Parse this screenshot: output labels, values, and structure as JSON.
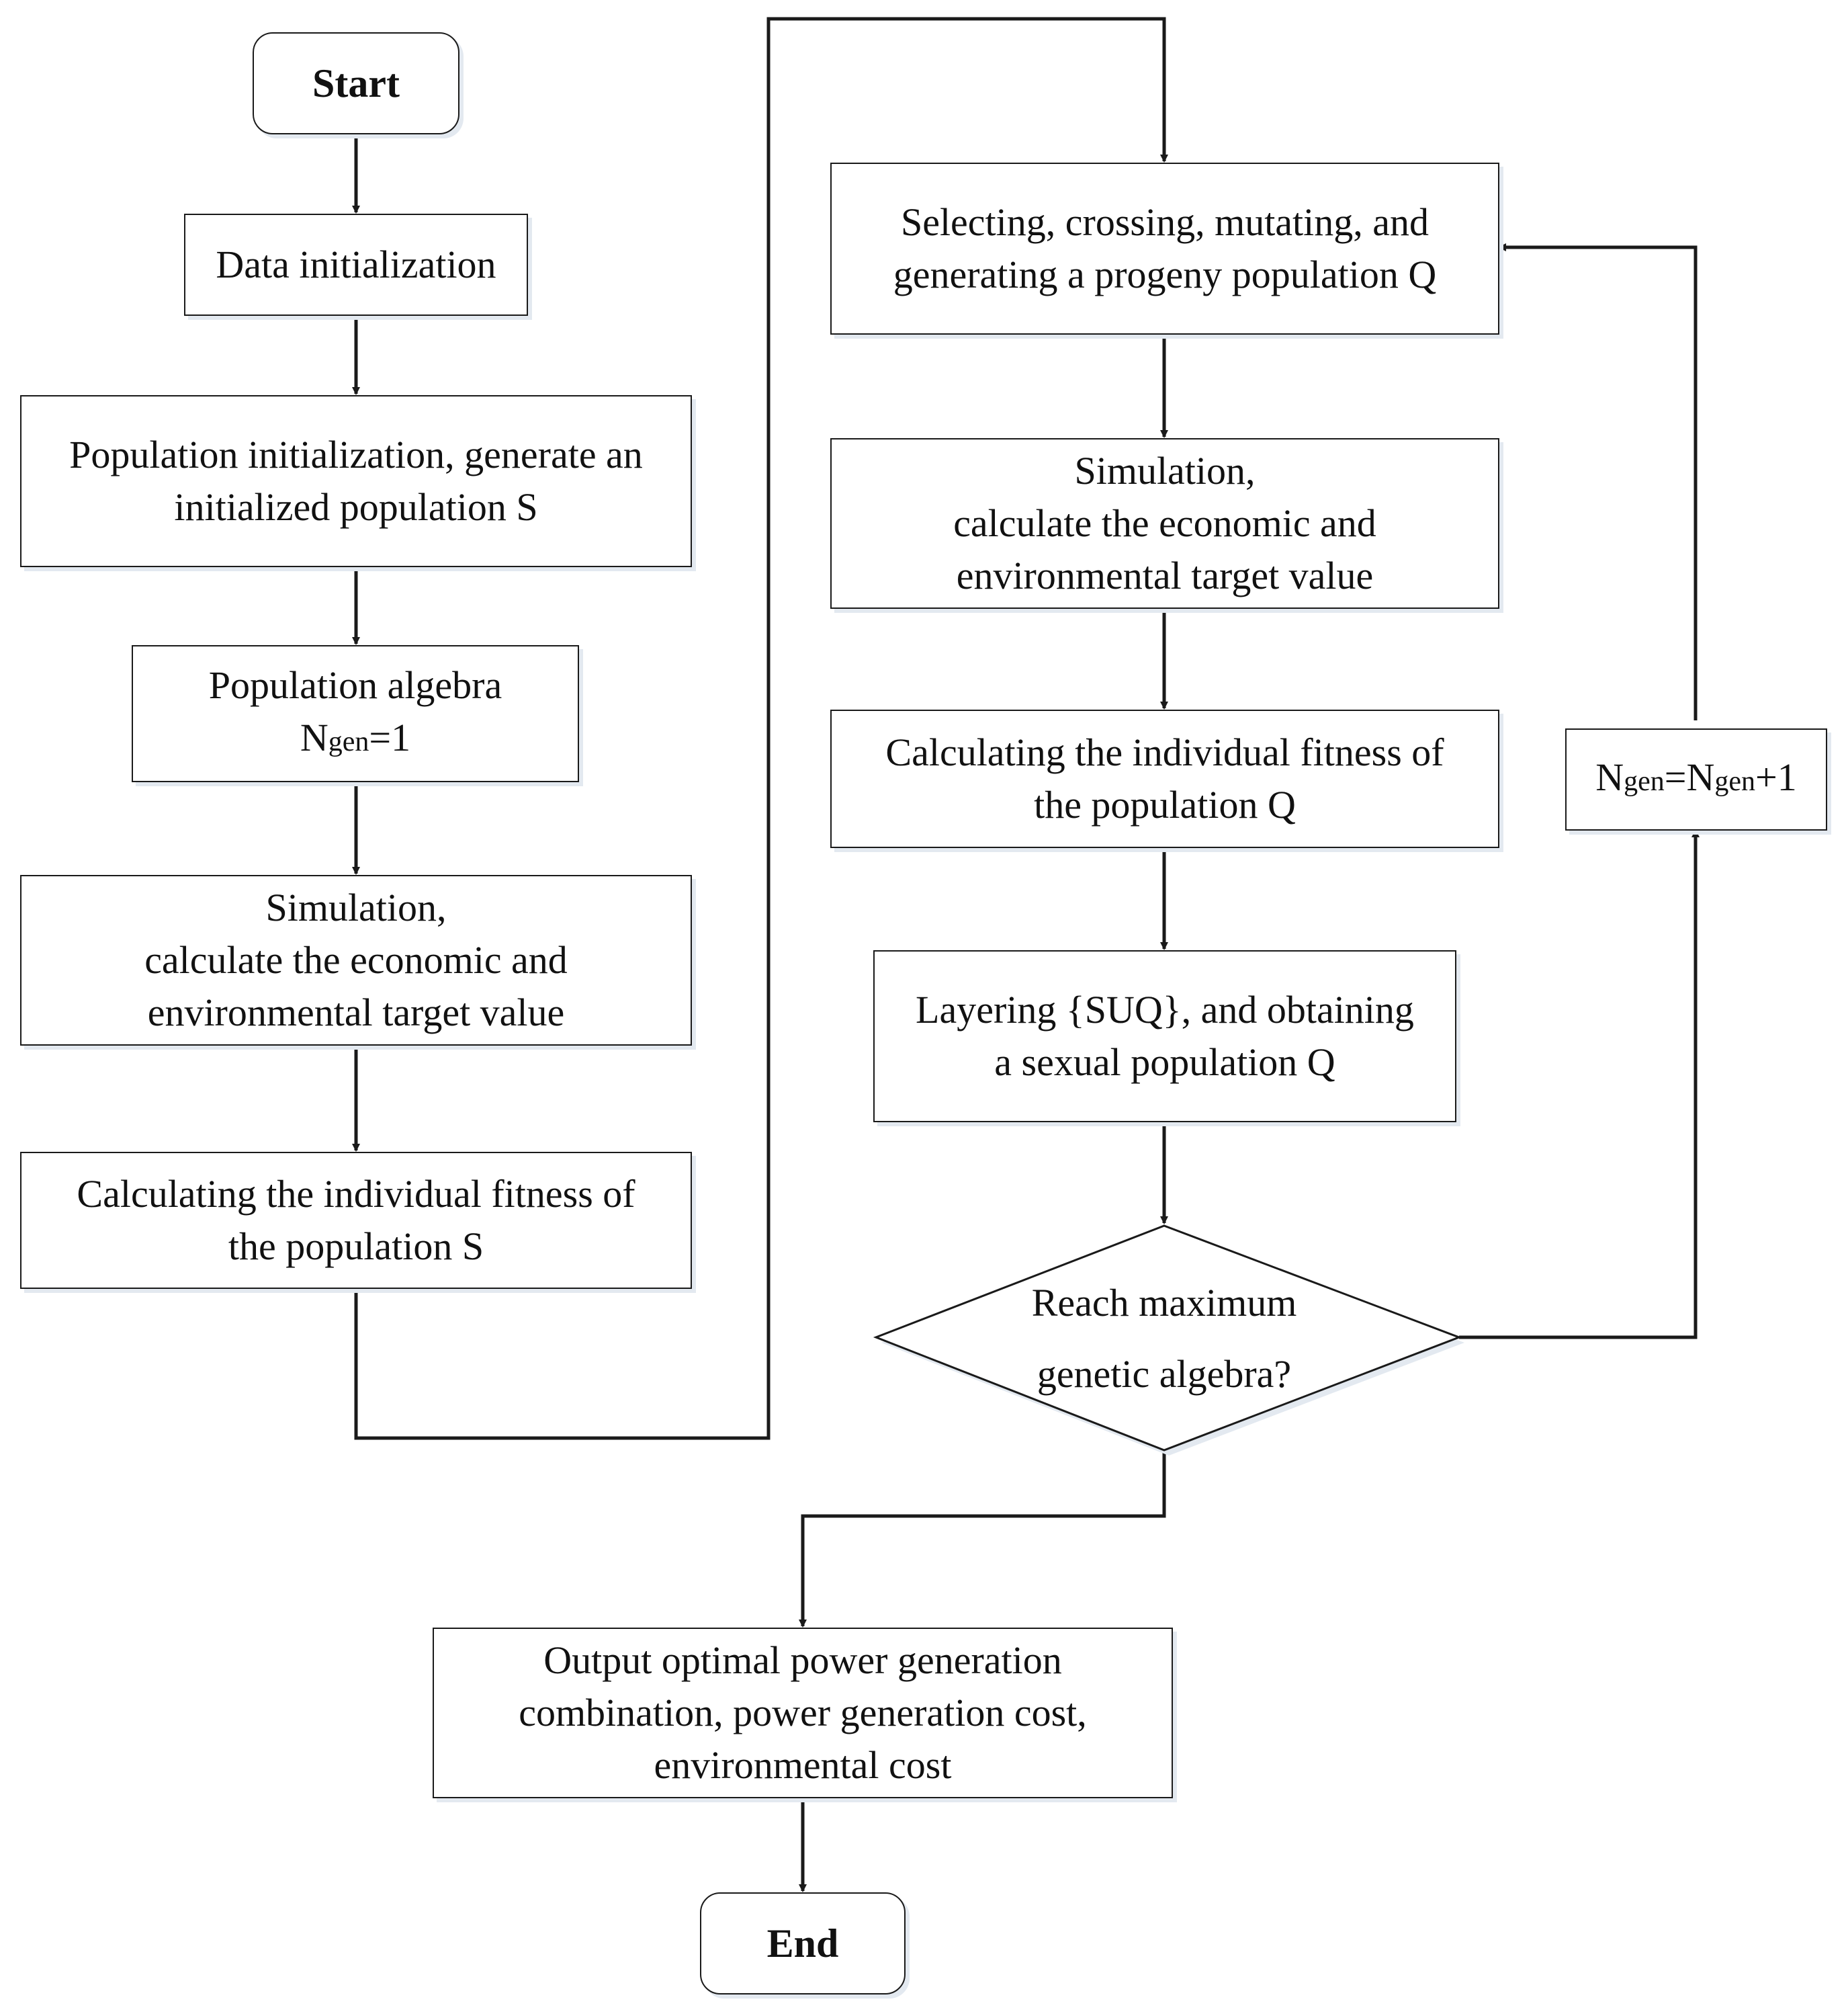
{
  "nodes": {
    "start": "Start",
    "data_init": "Data initialization",
    "pop_init_1": "Population initialization, generate an",
    "pop_init_2": "initialized population S",
    "pop_algebra_1": "Population algebra",
    "ngen_one": {
      "n": "N",
      "sub": "gen",
      "rest": "=1"
    },
    "sim_s_1": "Simulation,",
    "sim_s_2": "calculate the economic and",
    "sim_s_3": "environmental target value",
    "fit_s_1": "Calculating the individual fitness of",
    "fit_s_2": "the population S",
    "select_1": "Selecting, crossing, mutating, and",
    "select_2": "generating a progeny population Q",
    "sim_q_1": "Simulation,",
    "sim_q_2": "calculate the economic and",
    "sim_q_3": "environmental target value",
    "fit_q_1": "Calculating the individual fitness of",
    "fit_q_2": "the population Q",
    "layer_1": "Layering {SUQ}, and obtaining",
    "layer_2": "a sexual population Q",
    "decision_1": "Reach maximum",
    "decision_2": "genetic algebra?",
    "increment": {
      "n1": "N",
      "sub1": "gen",
      "eq": "=N",
      "sub2": "gen",
      "rest": "+1"
    },
    "output_1": "Output optimal power generation",
    "output_2": "combination, power generation cost,",
    "output_3": "environmental cost",
    "end": "End"
  },
  "colors": {
    "stroke": "#1a1a1a",
    "shadow": "#e3e9f0",
    "text": "#111111"
  }
}
